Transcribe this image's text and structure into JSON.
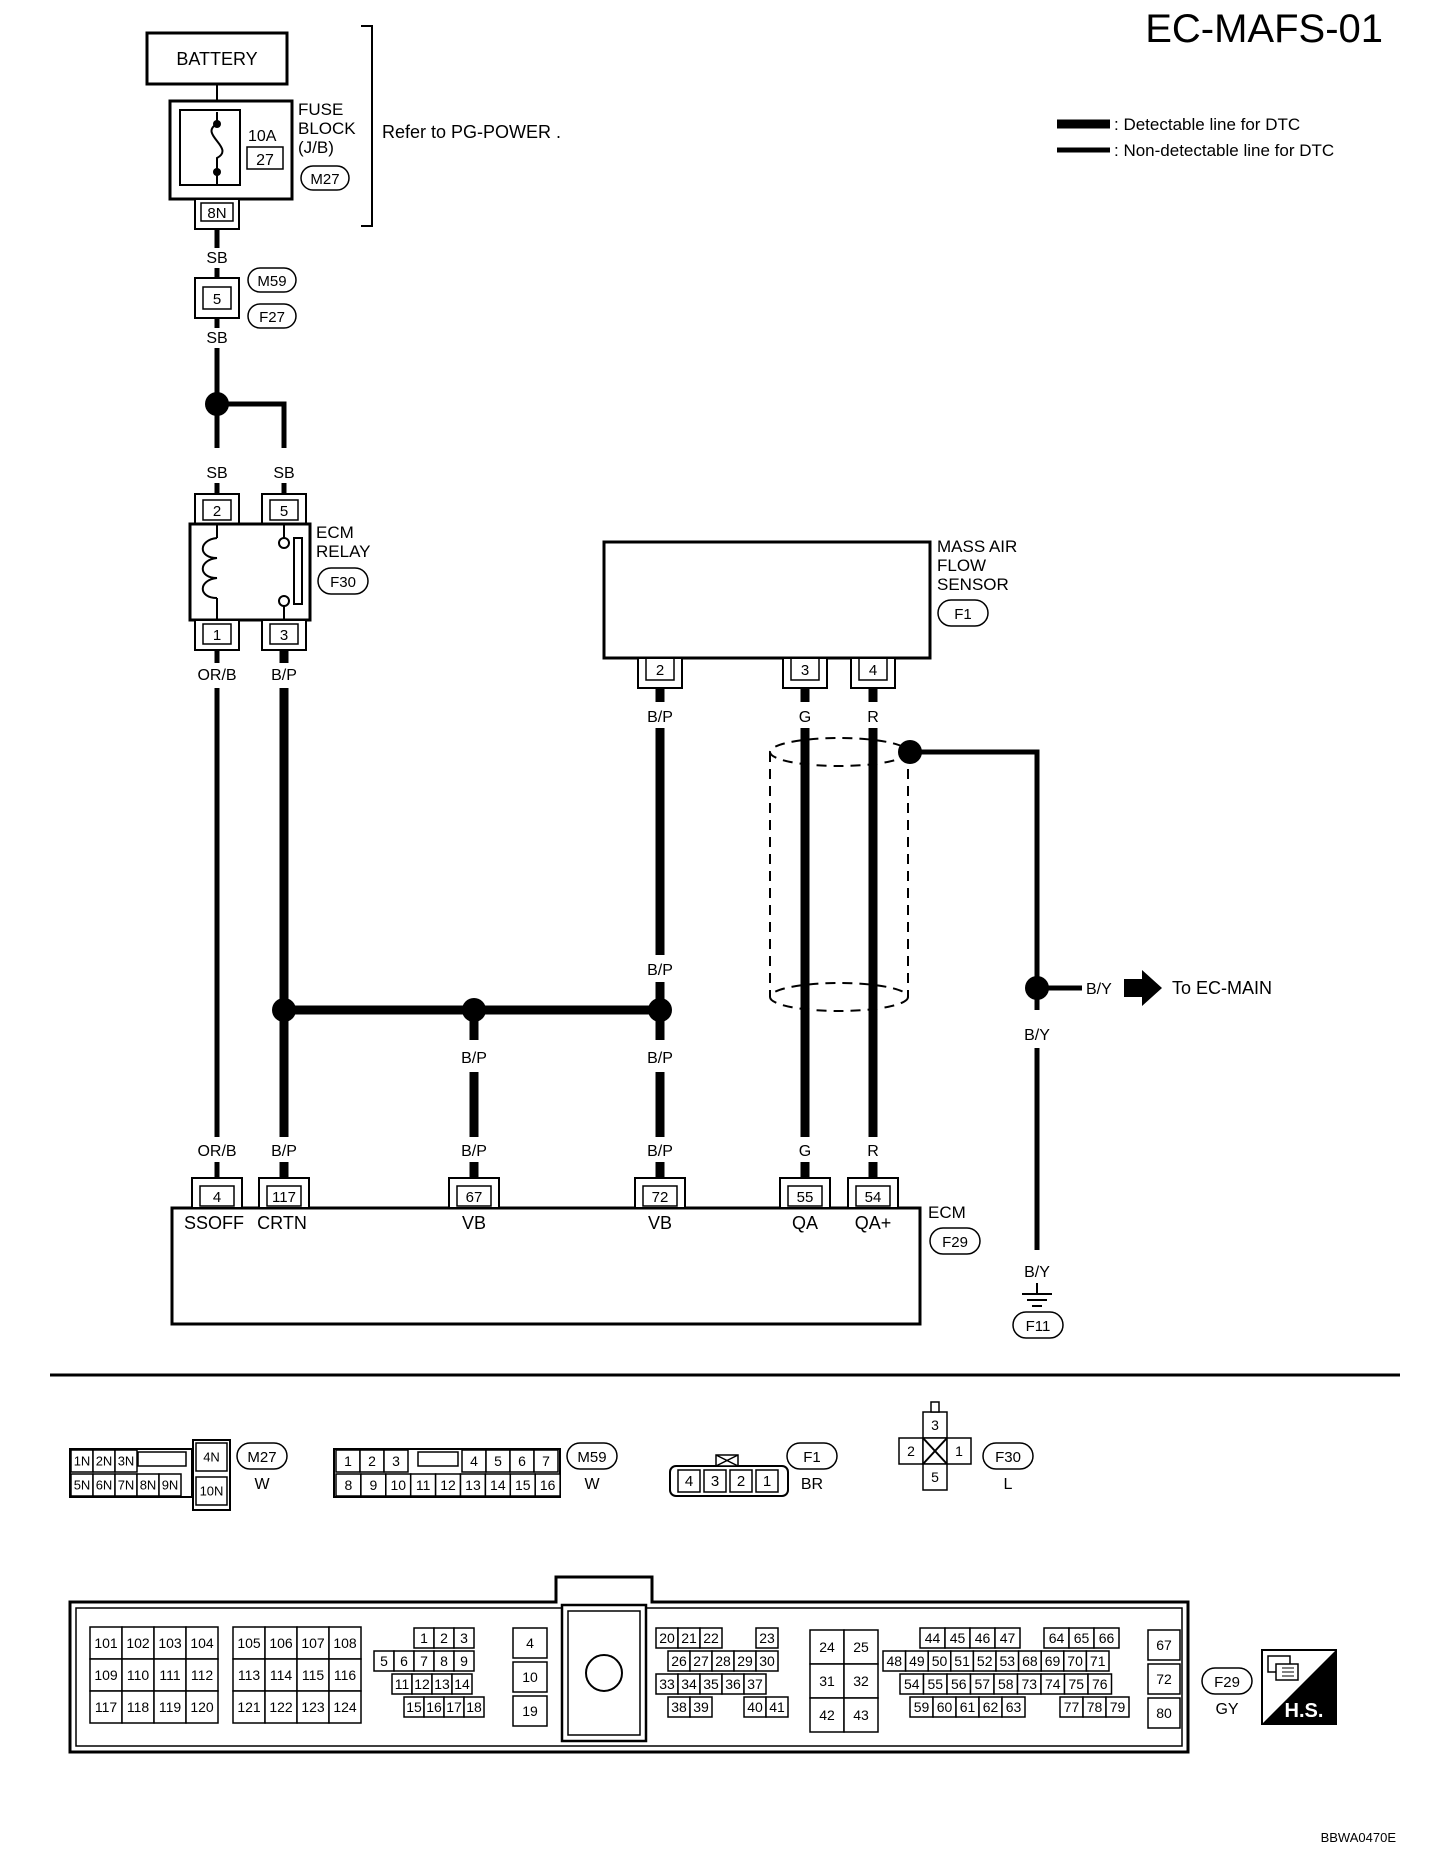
{
  "title": "EC-MAFS-01",
  "legend": {
    "detectable": ": Detectable line for DTC",
    "non_detectable": ": Non-detectable line for DTC"
  },
  "battery": "BATTERY",
  "fuse_block": {
    "label_lines": [
      "FUSE",
      "BLOCK",
      "(J/B)"
    ],
    "amp": "10A",
    "fuse_no": "27",
    "connector": "M27",
    "pin": "8N",
    "refer": "Refer to  PG-POWER ."
  },
  "joint": {
    "connector_a": "M59",
    "connector_b": "F27",
    "pin": "5"
  },
  "ecm_relay": {
    "label_lines": [
      "ECM",
      "RELAY"
    ],
    "connector": "F30",
    "pins": [
      "2",
      "5",
      "1",
      "3"
    ]
  },
  "maf_sensor": {
    "label_lines": [
      "MASS AIR",
      "FLOW",
      "SENSOR"
    ],
    "connector": "F1",
    "pins": [
      "2",
      "3",
      "4"
    ]
  },
  "wire_colors": {
    "sb": "SB",
    "orb": "OR/B",
    "bp": "B/P",
    "g": "G",
    "r": "R",
    "by": "B/Y"
  },
  "to_main": "To EC-MAIN",
  "ground": {
    "connector": "F11"
  },
  "ecm": {
    "label": "ECM",
    "connector": "F29",
    "pins": [
      {
        "num": "4",
        "name": "SSOFF"
      },
      {
        "num": "117",
        "name": "CRTN"
      },
      {
        "num": "67",
        "name": "VB"
      },
      {
        "num": "72",
        "name": "VB"
      },
      {
        "num": "55",
        "name": "QA"
      },
      {
        "num": "54",
        "name": "QA+"
      }
    ]
  },
  "connector_views": {
    "m27": {
      "id": "M27",
      "color": "W",
      "row1": [
        "1N",
        "2N",
        "3N"
      ],
      "row2": [
        "5N",
        "6N",
        "7N",
        "8N",
        "9N"
      ],
      "side": [
        "4N",
        "10N"
      ]
    },
    "m59": {
      "id": "M59",
      "color": "W",
      "row1a": [
        "1",
        "2",
        "3"
      ],
      "row1b": [
        "4",
        "5",
        "6",
        "7"
      ],
      "row2": [
        "8",
        "9",
        "10",
        "11",
        "12",
        "13",
        "14",
        "15",
        "16"
      ]
    },
    "f1": {
      "id": "F1",
      "color": "BR",
      "pins": [
        "4",
        "3",
        "2",
        "1"
      ]
    },
    "f30": {
      "id": "F30",
      "color": "L",
      "top": "3",
      "left": "2",
      "right": "1",
      "bottom": "5"
    },
    "f29": {
      "id": "F29",
      "color": "GY",
      "b1": [
        [
          "101",
          "102",
          "103",
          "104"
        ],
        [
          "109",
          "110",
          "111",
          "112"
        ],
        [
          "117",
          "118",
          "119",
          "120"
        ]
      ],
      "b2": [
        [
          "105",
          "106",
          "107",
          "108"
        ],
        [
          "113",
          "114",
          "115",
          "116"
        ],
        [
          "121",
          "122",
          "123",
          "124"
        ]
      ],
      "b3r1": [
        "1",
        "2",
        "3"
      ],
      "b3r2": [
        "5",
        "6",
        "7",
        "8",
        "9"
      ],
      "b3r3": [
        "11",
        "12",
        "13",
        "14"
      ],
      "b3r4": [
        "15",
        "16",
        "17",
        "18"
      ],
      "b4": [
        "4",
        "10",
        "19"
      ],
      "b5r1a": [
        "20",
        "21",
        "22"
      ],
      "b5r1b": [
        "23"
      ],
      "b5r2": [
        "26",
        "27",
        "28",
        "29",
        "30"
      ],
      "b5r3": [
        "33",
        "34",
        "35",
        "36",
        "37"
      ],
      "b5r4a": [
        "38",
        "39"
      ],
      "b5r4b": [
        "40",
        "41"
      ],
      "b6": [
        [
          "24",
          "25"
        ],
        [
          "31",
          "32"
        ],
        [
          "42",
          "43"
        ]
      ],
      "b7r1a": [
        "44",
        "45",
        "46",
        "47"
      ],
      "b7r1b": [
        "64",
        "65",
        "66"
      ],
      "b7r2": [
        "48",
        "49",
        "50",
        "51",
        "52",
        "53",
        "68",
        "69",
        "70",
        "71"
      ],
      "b7r3": [
        "54",
        "55",
        "56",
        "57",
        "58",
        "73",
        "74",
        "75",
        "76"
      ],
      "b7r4a": [
        "59",
        "60",
        "61",
        "62",
        "63"
      ],
      "b7r4b": [
        "77",
        "78",
        "79"
      ],
      "b8": [
        "67",
        "72",
        "80"
      ]
    }
  },
  "hs_label": "H.S.",
  "footer_code": "BBWA0470E"
}
